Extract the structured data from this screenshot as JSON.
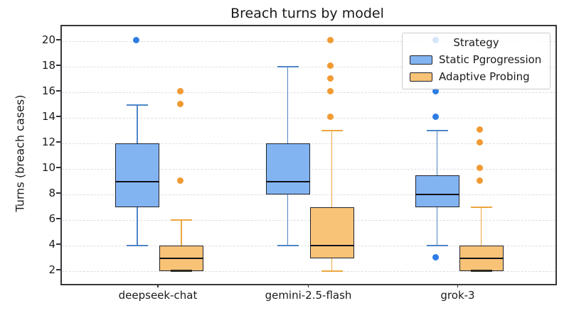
{
  "title": "Breach turns by model",
  "ylabel": "Turns (breach cases)",
  "legend": {
    "title": "Strategy",
    "entries": [
      {
        "label": "Static Pgrogression",
        "series": "static"
      },
      {
        "label": "Adaptive Probing",
        "series": "adaptive"
      }
    ]
  },
  "colors": {
    "static_fill": "#82b4f2",
    "static_line": "#4e86c8",
    "static_dot": "#2e7de4",
    "adaptive_fill": "#f8c377",
    "adaptive_line": "#eda63f",
    "adaptive_dot": "#f29a33",
    "box_edge": "#20222e",
    "median_line": "#101218",
    "grid_line": "#dedede"
  },
  "chart_data": {
    "type": "boxplot",
    "title": "Breach turns by model",
    "xlabel": "",
    "ylabel": "Turns (breach cases)",
    "categories": [
      "deepseek-chat",
      "gemini-2.5-flash",
      "grok-3"
    ],
    "yticks": [
      2,
      4,
      6,
      8,
      10,
      12,
      14,
      16,
      18,
      20
    ],
    "ylim": [
      0.9,
      21.1
    ],
    "grid": "horizontal-dashed",
    "legend_position": "upper right",
    "series": [
      {
        "name": "Static Pgrogression",
        "boxes": [
          {
            "category": "deepseek-chat",
            "whislo": 4,
            "q1": 7,
            "med": 9,
            "q3": 12,
            "whishi": 15,
            "outliers": [
              20
            ]
          },
          {
            "category": "gemini-2.5-flash",
            "whislo": 4,
            "q1": 8,
            "med": 9,
            "q3": 12,
            "whishi": 18,
            "outliers": []
          },
          {
            "category": "grok-3",
            "whislo": 4,
            "q1": 7,
            "med": 8,
            "q3": 9.5,
            "whishi": 13,
            "outliers": [
              3,
              14,
              16,
              20
            ]
          }
        ]
      },
      {
        "name": "Adaptive Probing",
        "boxes": [
          {
            "category": "deepseek-chat",
            "whislo": 2,
            "q1": 2,
            "med": 3,
            "q3": 4,
            "whishi": 6,
            "outliers": [
              9,
              15,
              16
            ]
          },
          {
            "category": "gemini-2.5-flash",
            "whislo": 2,
            "q1": 3,
            "med": 4,
            "q3": 7,
            "whishi": 13,
            "outliers": [
              14,
              16,
              17,
              18,
              20
            ]
          },
          {
            "category": "grok-3",
            "whislo": 2,
            "q1": 2,
            "med": 3,
            "q3": 4,
            "whishi": 7,
            "outliers": [
              9,
              10,
              12,
              13
            ]
          }
        ]
      }
    ],
    "occluded_outlier_note": "grok-3 static outlier at 20 appears faint behind the legend box"
  }
}
